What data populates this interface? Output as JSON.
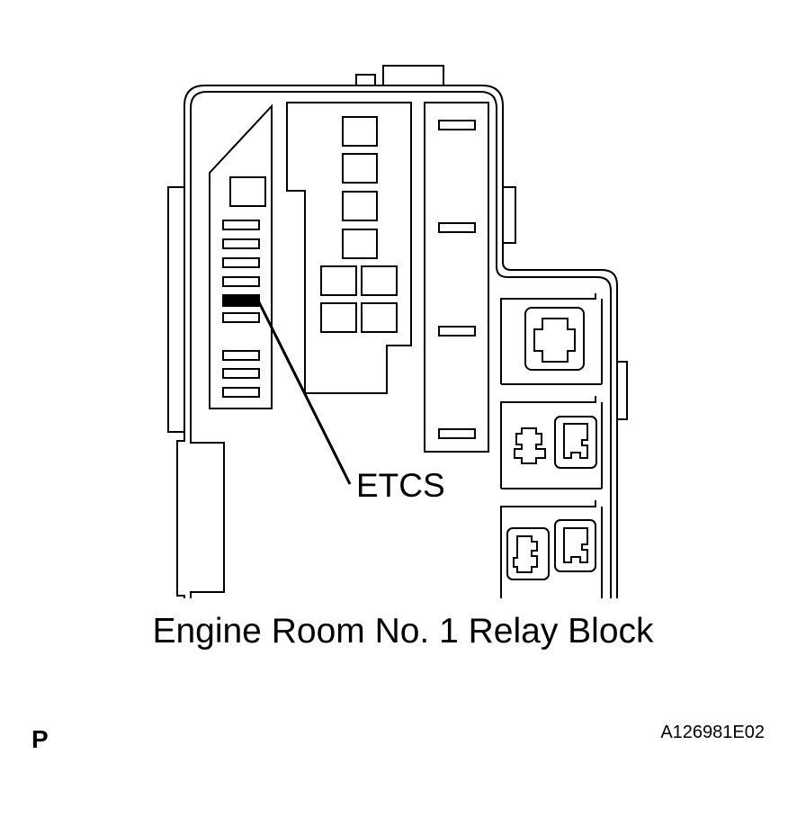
{
  "diagram": {
    "callout_label": "ETCS",
    "caption": "Engine Room No. 1 Relay Block",
    "corner_mark": "P",
    "figure_id": "A126981E02",
    "highlight_color": "#000000",
    "line_color": "#000000"
  }
}
